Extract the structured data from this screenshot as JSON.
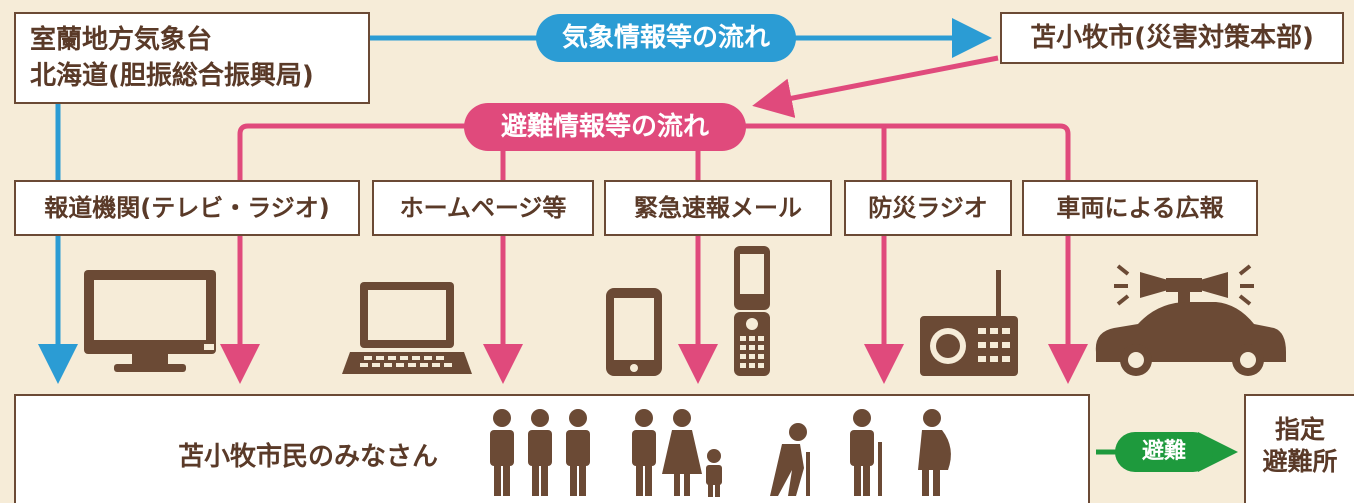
{
  "source": {
    "line1": "室蘭地方気象台",
    "line2": "北海道(胆振総合振興局)"
  },
  "weather_flow_label": "気象情報等の流れ",
  "city_hq": "苫小牧市(災害対策本部)",
  "evac_flow_label": "避難情報等の流れ",
  "channels": [
    {
      "label": "報道機関(テレビ・ラジオ)",
      "icon": "tv-icon"
    },
    {
      "label": "ホームページ等",
      "icon": "laptop-icon"
    },
    {
      "label": "緊急速報メール",
      "icon": "mobile-phones-icon"
    },
    {
      "label": "防災ラジオ",
      "icon": "radio-icon"
    },
    {
      "label": "車両による広報",
      "icon": "loudspeaker-car-icon"
    }
  ],
  "residents_label": "苫小牧市民のみなさん",
  "evacuate_label": "避難",
  "shelter": {
    "line1": "指定",
    "line2": "避難所"
  },
  "colors": {
    "weather": "#2b9cd4",
    "evacuation": "#e04a7c",
    "evacuate": "#1e9a3d",
    "icon": "#6b4a35",
    "background": "#f6ecd8"
  }
}
